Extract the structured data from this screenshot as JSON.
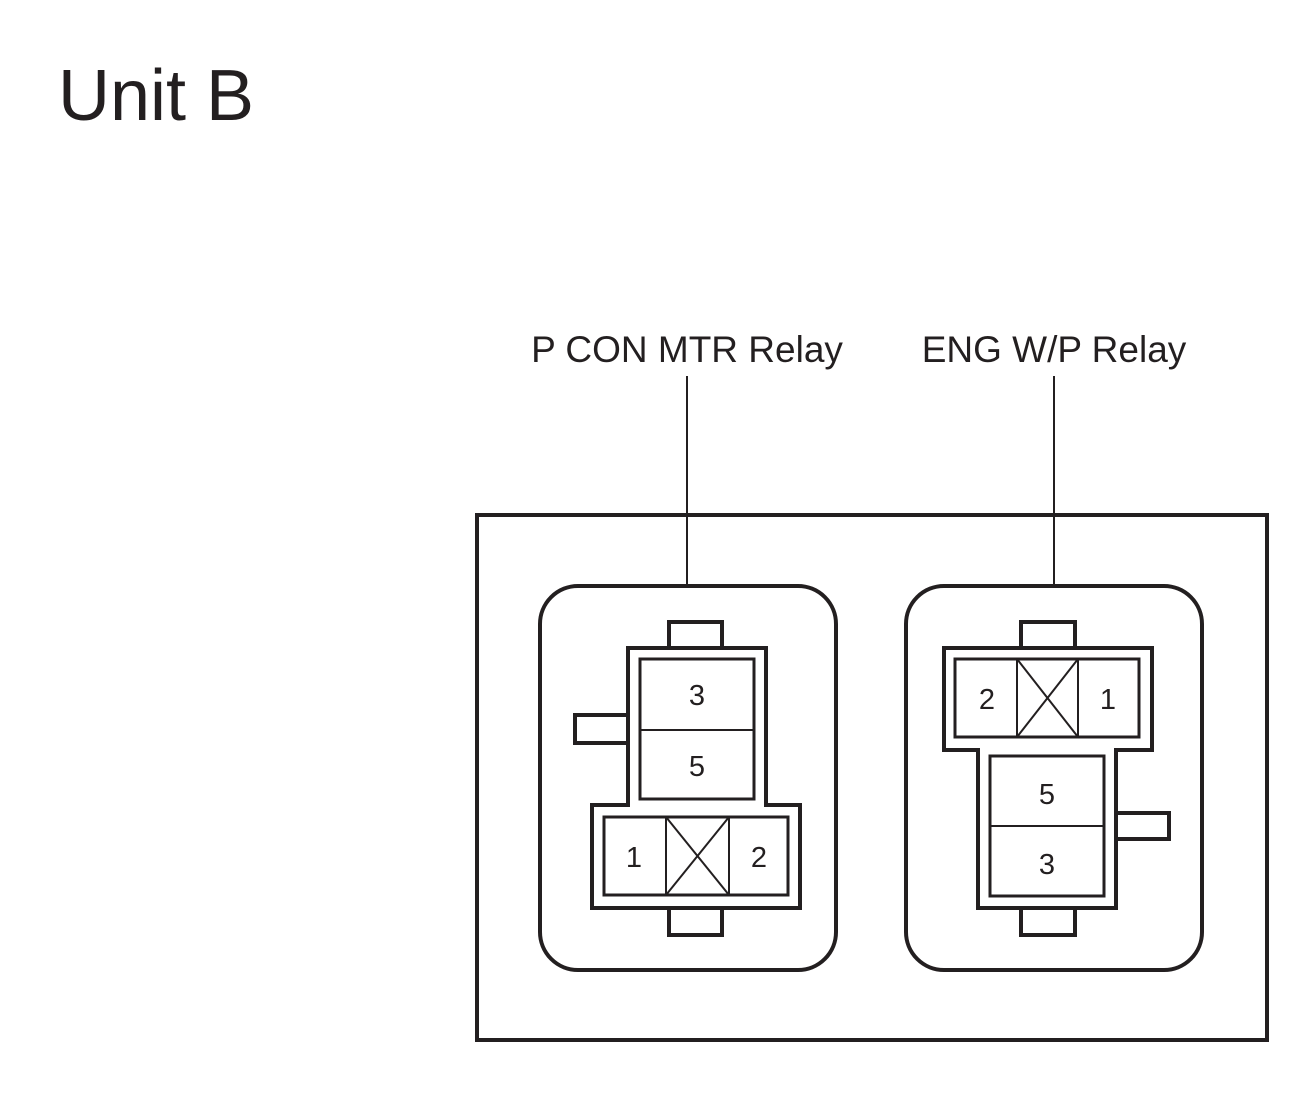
{
  "unit_title": "Unit B",
  "relays": [
    {
      "label": "P CON MTR Relay",
      "pins": {
        "top": "3",
        "middle": "5",
        "bottom_left": "1",
        "bottom_right": "2"
      }
    },
    {
      "label": "ENG W/P Relay",
      "pins": {
        "top_left": "2",
        "top_right": "1",
        "upper": "5",
        "lower": "3"
      }
    }
  ],
  "colors": {
    "line": "#231f20",
    "background": "#ffffff"
  }
}
